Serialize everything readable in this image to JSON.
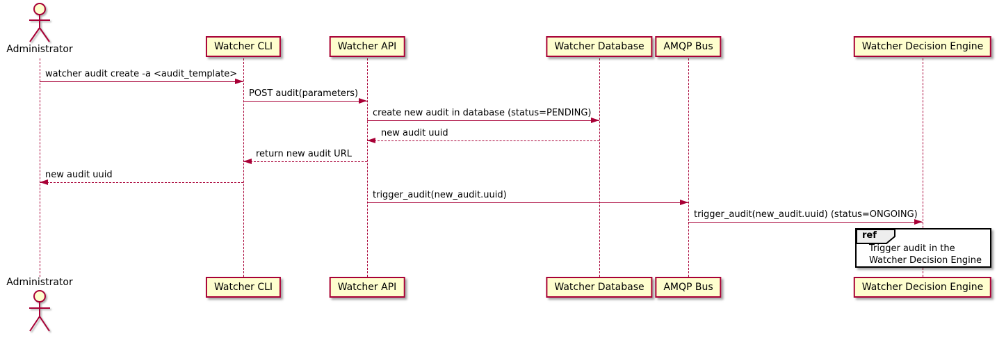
{
  "diagram_type": "plantuml-sequence",
  "colors": {
    "accent": "#A80036",
    "participant_fill": "#FEFECE",
    "ref_border": "#000000",
    "ref_tab_fill": "#EEEEEE",
    "text": "#000000",
    "background": "#FFFFFF"
  },
  "actor": {
    "name": "Administrator"
  },
  "participants": [
    {
      "label": "Watcher CLI"
    },
    {
      "label": "Watcher API"
    },
    {
      "label": "Watcher Database"
    },
    {
      "label": "AMQP Bus"
    },
    {
      "label": "Watcher Decision Engine"
    }
  ],
  "messages": [
    {
      "label": "watcher audit create -a <audit_template>",
      "from": "Administrator",
      "to": "Watcher CLI",
      "line": "solid",
      "direction": "right"
    },
    {
      "label": "POST audit(parameters)",
      "from": "Watcher CLI",
      "to": "Watcher API",
      "line": "solid",
      "direction": "right"
    },
    {
      "label": "create new audit in database (status=PENDING)",
      "from": "Watcher API",
      "to": "Watcher Database",
      "line": "solid",
      "direction": "right"
    },
    {
      "label": "new audit uuid",
      "from": "Watcher Database",
      "to": "Watcher API",
      "line": "dotted",
      "direction": "left"
    },
    {
      "label": "return new audit URL",
      "from": "Watcher API",
      "to": "Watcher CLI",
      "line": "dotted",
      "direction": "left"
    },
    {
      "label": "new audit uuid",
      "from": "Watcher CLI",
      "to": "Administrator",
      "line": "dotted",
      "direction": "left"
    },
    {
      "label": "trigger_audit(new_audit.uuid)",
      "from": "Watcher API",
      "to": "AMQP Bus",
      "line": "solid",
      "direction": "right"
    },
    {
      "label": "trigger_audit(new_audit.uuid) (status=ONGOING)",
      "from": "AMQP Bus",
      "to": "Watcher Decision Engine",
      "line": "solid",
      "direction": "right"
    }
  ],
  "ref_fragment": {
    "keyword": "ref",
    "over": "Watcher Decision Engine",
    "lines": [
      "Trigger audit in the",
      "Watcher Decision Engine"
    ]
  }
}
